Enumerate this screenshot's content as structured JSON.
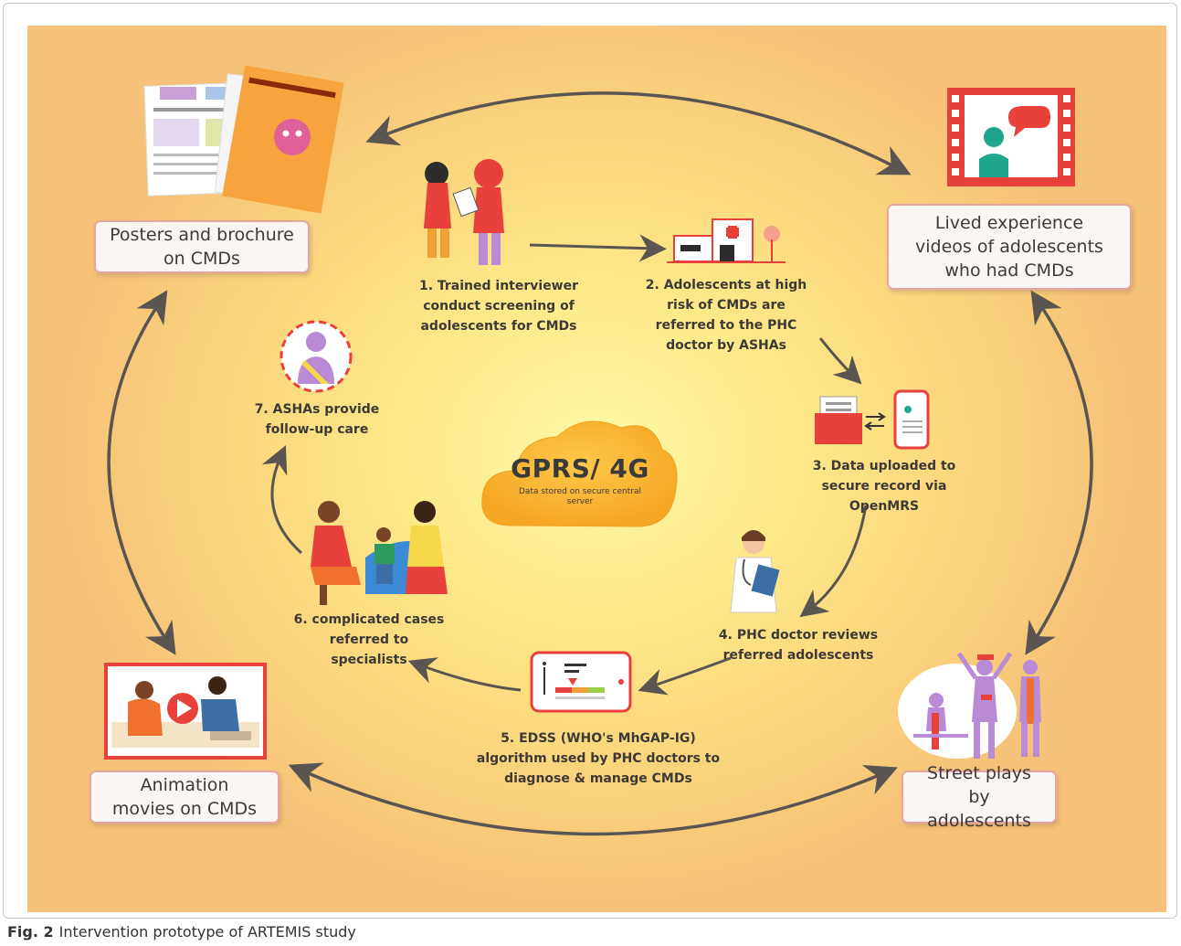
{
  "figure": {
    "caption_label": "Fig. 2",
    "caption_text": "Intervention prototype of ARTEMIS study"
  },
  "cloud": {
    "title": "GPRS/ 4G",
    "subtitle": "Data stored on secure central server"
  },
  "outer_boxes": {
    "posters": "Posters and brochure on CMDs",
    "videos": "Lived experience videos of adolescents who had CMDs",
    "animation": "Animation movies on CMDs",
    "street_plays": "Street plays by adolescents"
  },
  "steps": {
    "s1": "1. Trained interviewer conduct screening of adolescents for CMDs",
    "s2": "2. Adolescents at high risk of CMDs are referred to the PHC doctor by ASHAs",
    "s3": "3. Data uploaded to secure record via OpenMRS",
    "s4": "4. PHC doctor reviews referred adolescents",
    "s5": "5. EDSS (WHO's MhGAP-IG) algorithm used by PHC doctors to diagnose & manage CMDs",
    "s6": "6. complicated cases referred to specialists",
    "s7": "7. ASHAs provide follow-up care"
  },
  "colors": {
    "accent_red": "#e8403a",
    "arrow_gray": "#5a5550",
    "box_border": "#e6a7a2"
  },
  "icons": [
    "brochure-icon",
    "video-icon",
    "screening-icon",
    "clinic-icon",
    "data-upload-icon",
    "doctor-icon",
    "edss-tablet-icon",
    "counselling-icon",
    "asha-icon",
    "animation-icon",
    "street-play-icon"
  ]
}
